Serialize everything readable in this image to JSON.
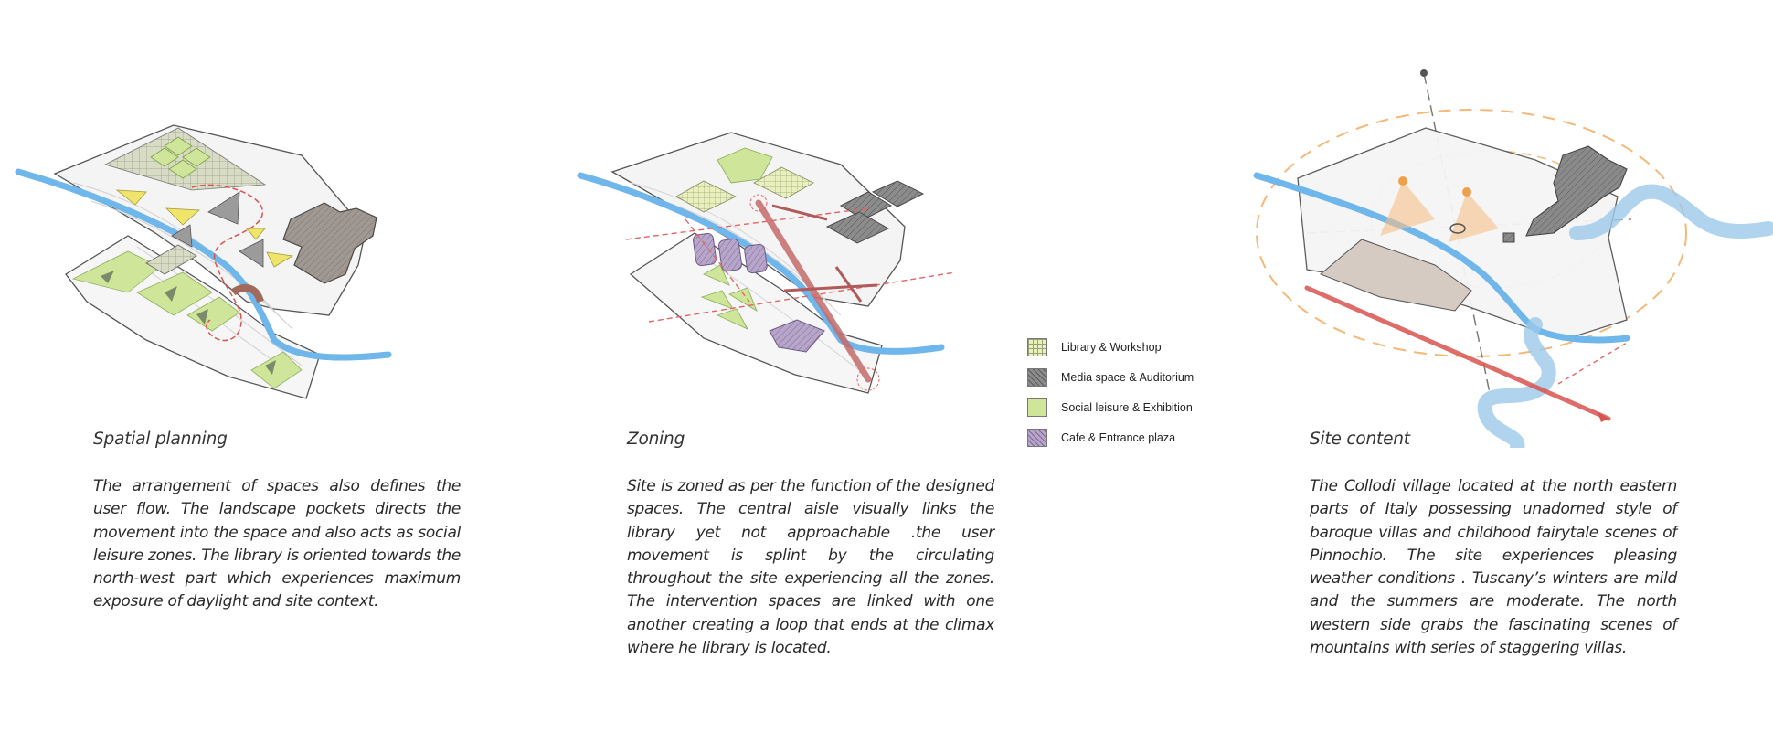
{
  "panels": [
    {
      "title": "Spatial planning",
      "text": "The arrangement of spaces also defines the user flow. The landscape pockets directs the movement into the space and also acts as social leisure zones. The library is oriented towards the north-west part which experiences maximum exposure of daylight and site context."
    },
    {
      "title": "Zoning",
      "text": "Site is zoned as per the function of the designed spaces. The central aisle visually links the library yet not approachable .the user movement is splint by the circulating throughout the site experiencing all the zones. The intervention spaces are linked with one another creating a loop that ends at the climax where he library is located."
    },
    {
      "title": "Site content",
      "text": "The Collodi village located at the north eastern parts of Italy possessing unadorned style of baroque villas and childhood fairytale scenes of Pinnochio. The site experiences pleasing weather conditions . Tuscany’s winters are mild and the summers are moderate. The north western side grabs the fascinating scenes of mountains with series of staggering villas."
    }
  ],
  "legend": [
    {
      "label": "Library & Workshop",
      "swatch": "library"
    },
    {
      "label": "Media space & Auditorium",
      "swatch": "media"
    },
    {
      "label": "Social leisure & Exhibition",
      "swatch": "social"
    },
    {
      "label": "Cafe & Entrance plaza",
      "swatch": "cafe"
    }
  ],
  "colors": {
    "river": "#6fb6ea",
    "library": "#e9f0bc",
    "media": "#8c8c8c",
    "social": "#cfe59a",
    "cafe": "#b7a6c9",
    "circulation": "#d9534f",
    "sun_path": "#f0a04b"
  }
}
